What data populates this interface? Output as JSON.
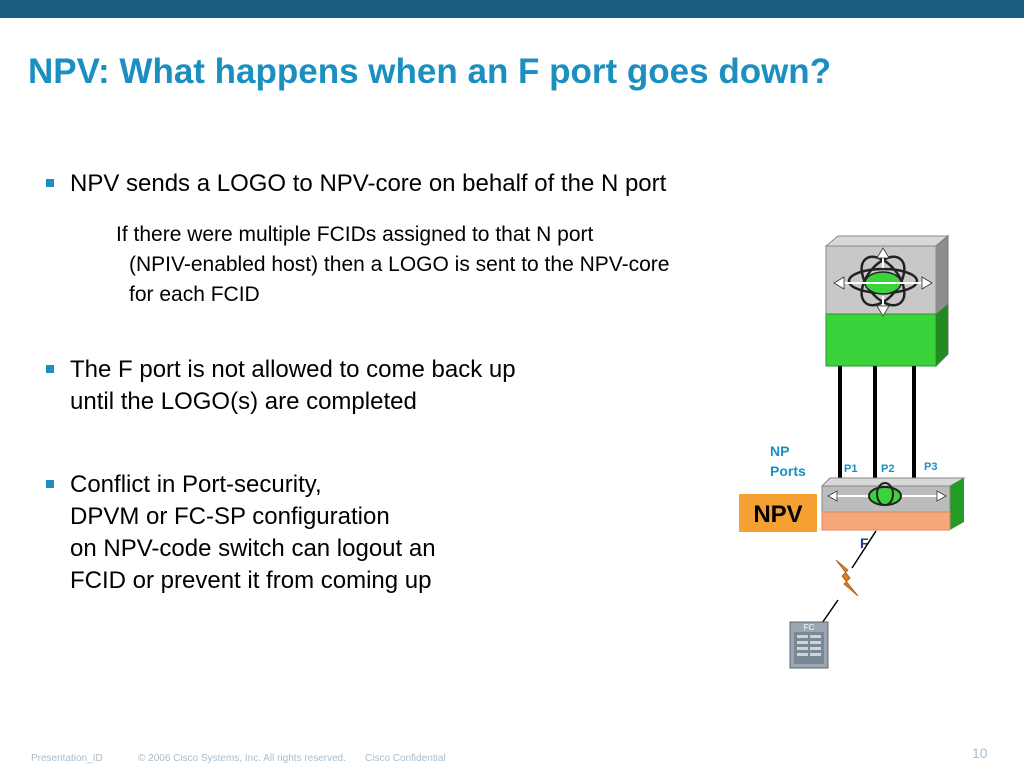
{
  "slide": {
    "title": "NPV: What happens when an F port goes down?",
    "bullets": [
      {
        "lines": [
          "NPV sends a LOGO to NPV-core on behalf of the N port"
        ]
      },
      {
        "lines": [
          "The F port is not allowed to come back up",
          "until the LOGO(s) are completed"
        ]
      },
      {
        "lines": [
          "Conflict in Port-security,",
          "DPVM or FC-SP configuration",
          "on NPV-code switch can logout an",
          "FCID or prevent it from coming up"
        ]
      }
    ],
    "subtext": [
      "If there were multiple FCIDs assigned to that N port",
      "(NPIV-enabled host) then a LOGO is sent to the NPV-core",
      "for each FCID"
    ]
  },
  "diagram": {
    "np_ports_label": [
      "NP",
      "Ports"
    ],
    "ports": [
      "P1",
      "P2",
      "P3"
    ],
    "npv_label": "NPV",
    "f_label": "F",
    "host_label": "FC",
    "colors": {
      "accent": "#1a8fc0",
      "core_green": "#3bd33b",
      "npv_orange": "#f5a033",
      "npv_salmon": "#f7a77c",
      "link_label": "#1a3e8c",
      "lightning": "#e07b1e"
    }
  },
  "footer": {
    "presentation_id": "Presentation_ID",
    "copyright": "© 2006 Cisco Systems, Inc. All rights reserved.",
    "confidential": "Cisco Confidential",
    "page_number": "10"
  }
}
